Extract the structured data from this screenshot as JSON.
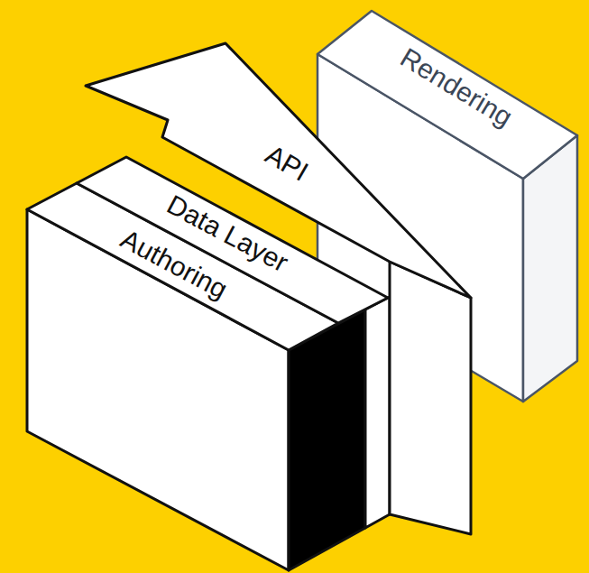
{
  "diagram": {
    "nodes": [
      {
        "text": [
          "Rendering"
        ]
      },
      {
        "text": [
          "API"
        ]
      },
      {
        "text": [
          "Data Layer"
        ]
      },
      {
        "text": [
          "Authoring"
        ]
      }
    ]
  }
}
